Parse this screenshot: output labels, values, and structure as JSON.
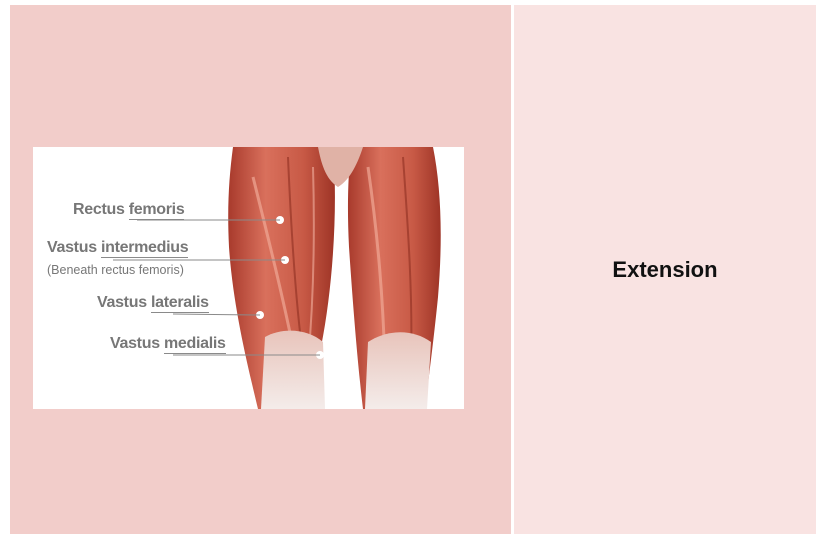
{
  "right_panel": {
    "title": "Extension"
  },
  "figure": {
    "labels": [
      {
        "first": "Rectus",
        "second": "femoris"
      },
      {
        "first": "Vastus",
        "second": "intermedius",
        "note": "(Beneath rectus femoris)"
      },
      {
        "first": "Vastus",
        "second": "lateralis"
      },
      {
        "first": "Vastus",
        "second": "medialis"
      }
    ]
  },
  "colors": {
    "left_panel": "#f2cdca",
    "right_panel": "#f9e3e2",
    "muscle": "#c8503e",
    "label_text": "#777777"
  }
}
